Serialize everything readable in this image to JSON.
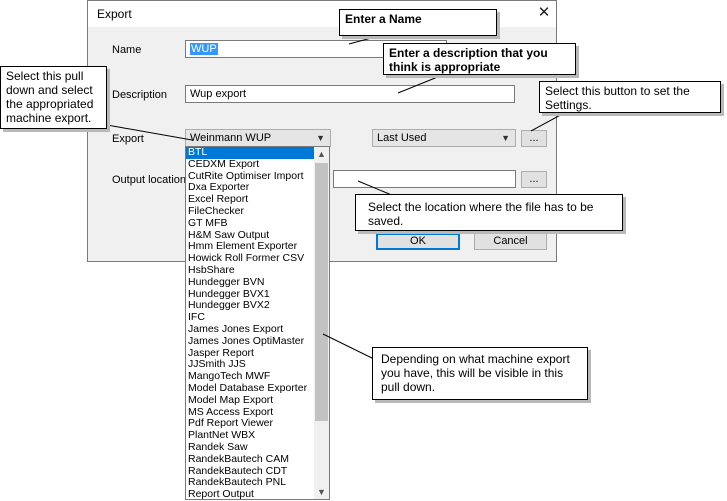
{
  "dialog": {
    "title": "Export",
    "name_label": "Name",
    "name_value": "WUP",
    "description_label": "Description",
    "description_value": "Wup export",
    "export_label": "Export",
    "export_value": "Weinmann WUP",
    "settings_value": "Last Used",
    "settings_button": "...",
    "output_label": "Output location",
    "output_value": "",
    "output_button": "...",
    "ok_label": "OK",
    "cancel_label": "Cancel"
  },
  "dropdown": {
    "selected_index": 0,
    "items": [
      "BTL",
      "CEDXM Export",
      "CutRite Optimiser Import",
      "Dxa Exporter",
      "Excel Report",
      "FileChecker",
      "GT MFB",
      "H&M Saw Output",
      "Hmm Element Exporter",
      "Howick Roll Former CSV",
      "HsbShare",
      "Hundegger BVN",
      "Hundegger BVX1",
      "Hundegger BVX2",
      "IFC",
      "James Jones Export",
      "James Jones OptiMaster",
      "Jasper Report",
      "JJSmith JJS",
      "MangoTech MWF",
      "Model Database Exporter",
      "Model Map Export",
      "MS Access Export",
      "Pdf Report Viewer",
      "PlantNet WBX",
      "Randek Saw",
      "RandekBautech CAM",
      "RandekBautech CDT",
      "RandekBautech PNL",
      "Report Output"
    ]
  },
  "callouts": {
    "name": "Enter a Name",
    "description": "Enter a description that you think is appropriate",
    "pulldown": "Select this pull down and select the appropriated machine export.",
    "settings": "Select this button to set the Settings.",
    "location": "Select the location where the file has to be saved.",
    "depending": "Depending on what machine export you have, this will be visible in this pull down."
  }
}
